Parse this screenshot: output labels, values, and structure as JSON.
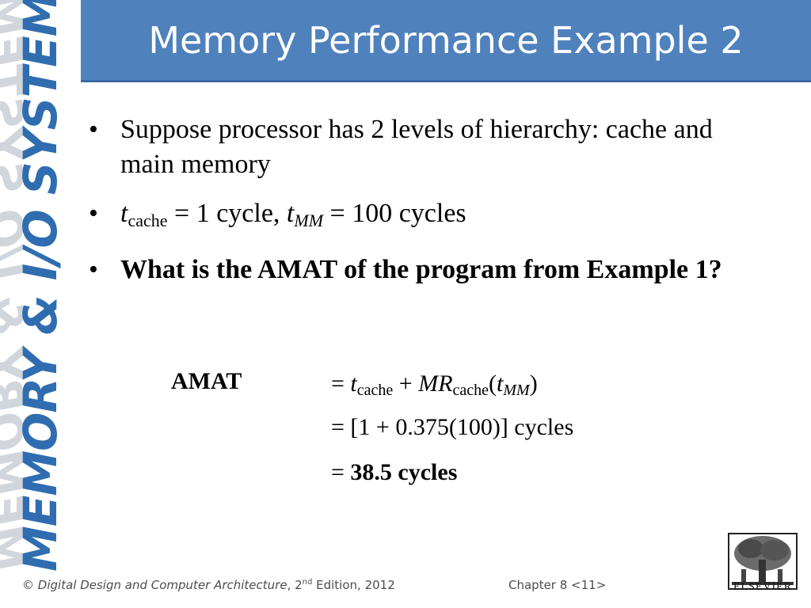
{
  "side_banner": {
    "text": "MEMORY & I/O SYSTEMS"
  },
  "title": "Memory Performance Example 2",
  "bullets": {
    "b1": "Suppose processor has 2 levels of hierarchy: cache and main memory",
    "b2": {
      "t": "t",
      "cache_sub": "cache",
      "mid": " = 1 cycle, ",
      "t2": "t",
      "mm_sub": "MM",
      "end": " = 100 cycles"
    },
    "b3": "What is the AMAT of the program from Example 1?"
  },
  "equation": {
    "label": "AMAT",
    "line1": {
      "eq": "= ",
      "t": "t",
      "cache_sub": "cache",
      "plus": " + ",
      "mr": "MR",
      "cache_sub2": "cache",
      "open": "(",
      "t2": "t",
      "mm_sub": "MM",
      "close": ")"
    },
    "line2": "= [1 + 0.375(100)] cycles",
    "line3": {
      "eq": "= ",
      "result": "38.5 cycles"
    }
  },
  "footer": {
    "copyright": "© ",
    "book": "Digital Design and Computer Architecture",
    "edition_prefix": ", 2",
    "edition_sup": "nd",
    "edition_rest": " Edition, 2012",
    "chapter": "Chapter 8 <11>"
  },
  "logo": {
    "icon": "elsevier-tree-icon",
    "word": "ELSEVIER"
  },
  "colors": {
    "title_bg": "#4f81bd",
    "side_text": "#2f6db0"
  }
}
